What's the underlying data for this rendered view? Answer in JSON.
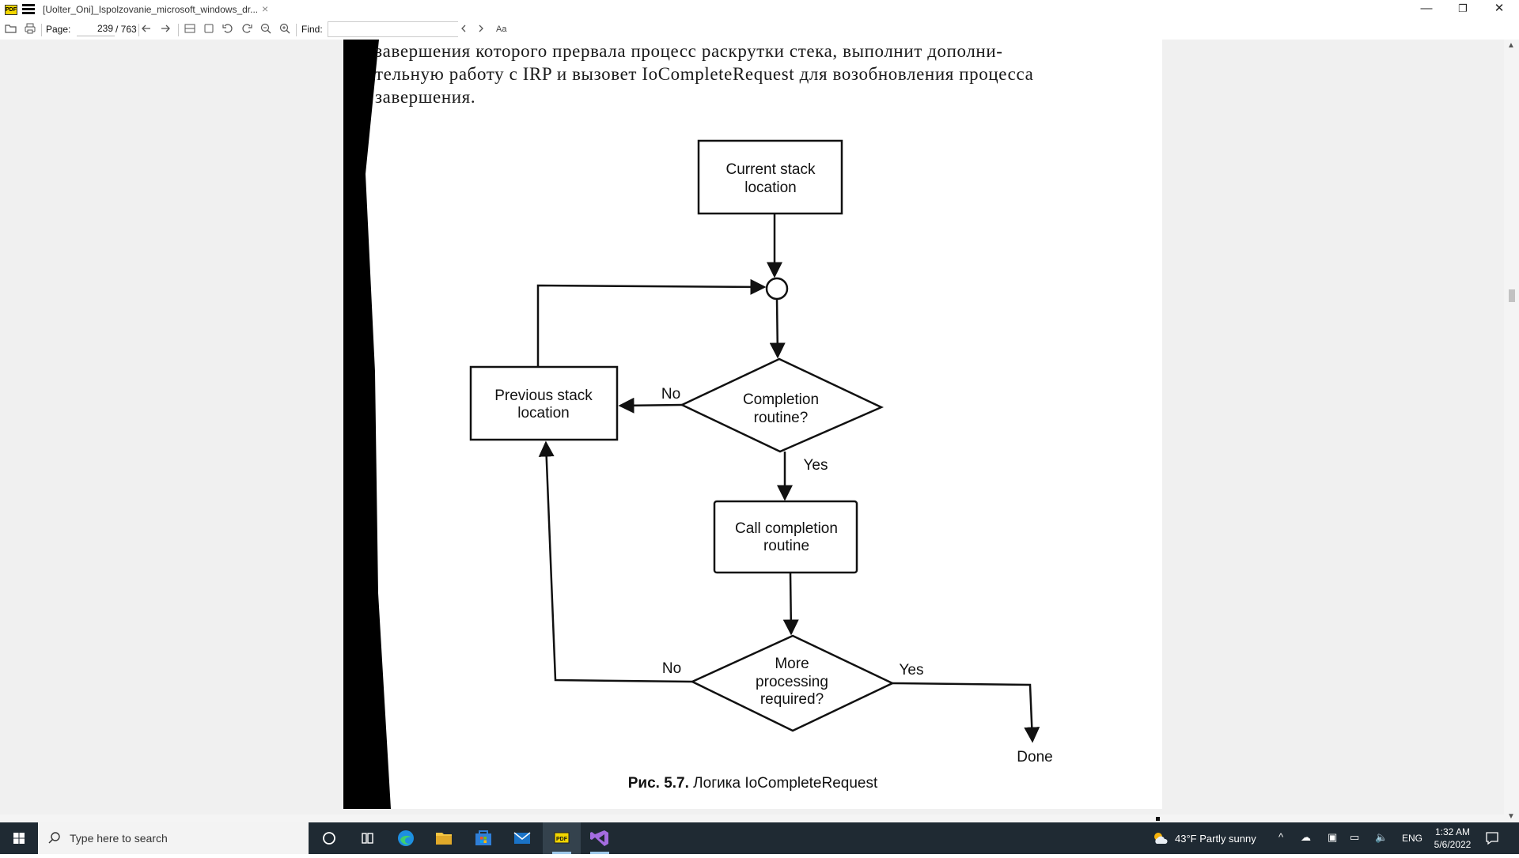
{
  "titlebar": {
    "app_logo_text": "PDF",
    "document_title": "[Uolter_Oni]_Ispolzovanie_microsoft_windows_dr...",
    "tab_close": "×",
    "window_controls": {
      "minimize": "—",
      "restore": "❐",
      "close": "✕"
    }
  },
  "toolbar": {
    "page_label": "Page:",
    "page_current": "239",
    "page_total": "/ 763",
    "find_label": "Find:",
    "find_value": "",
    "match_case_label": "Aa",
    "icons": [
      "open-icon",
      "print-icon",
      "back-icon",
      "forward-icon",
      "single-page-icon",
      "fit-page-icon",
      "rotate-left-icon",
      "rotate-right-icon",
      "zoom-out-icon",
      "zoom-in-icon",
      "find-prev-icon",
      "find-next-icon"
    ]
  },
  "document": {
    "text_lines": [
      "завершения которого прервала процесс раскрутки стека, выполнит дополни-",
      "тельную работу с IRP и вызовет IoCompleteRequest для возобновления процесса",
      "завершения."
    ],
    "flowchart": {
      "current_stack_line1": "Current stack",
      "current_stack_line2": "location",
      "previous_stack_line1": "Previous stack",
      "previous_stack_line2": "location",
      "completion_line1": "Completion",
      "completion_line2": "routine?",
      "call_line1": "Call completion",
      "call_line2": "routine",
      "more_line1": "More",
      "more_line2": "processing",
      "more_line3": "required?",
      "label_no_1": "No",
      "label_yes_1": "Yes",
      "label_no_2": "No",
      "label_yes_2": "Yes",
      "done": "Done"
    },
    "caption_bold": "Рис. 5.7.",
    "caption_text": " Логика IoCompleteRequest"
  },
  "taskbar": {
    "search_placeholder": "Type here to search",
    "apps": [
      "task-view",
      "edge",
      "file-explorer",
      "store",
      "mail",
      "pdf-reader",
      "visual-studio"
    ],
    "active_app": "pdf-reader",
    "weather": "43°F  Partly sunny",
    "language": "ENG",
    "time": "1:32 AM",
    "date": "5/6/2022"
  },
  "colors": {
    "taskbar_bg": "#1f2a33",
    "search_bg": "#f3f3f3",
    "viewer_bg": "#f0f0f0",
    "app_logo": "#f2d600"
  }
}
